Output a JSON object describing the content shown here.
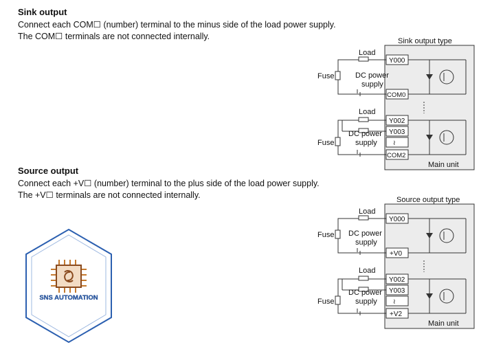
{
  "sink": {
    "title": "Sink output",
    "line1": "Connect each COM☐ (number) terminal to the minus side of the load power supply.",
    "line2": "The COM☐ terminals are not connected internally.",
    "diagram": {
      "type_label": "Sink output type",
      "load_label": "Load",
      "fuse_label": "Fuse",
      "dc_label_1": "DC power",
      "dc_label_2": "supply",
      "y000": "Y000",
      "com0": "COM0",
      "y002": "Y002",
      "y003": "Y003",
      "wave": "≀",
      "com2": "COM2",
      "main_unit": "Main unit"
    }
  },
  "source": {
    "title": "Source output",
    "line1": "Connect each +V☐ (number) terminal to the plus side of the load power supply.",
    "line2": "The +V☐ terminals are not connected internally.",
    "diagram": {
      "type_label": "Source output type",
      "load_label": "Load",
      "fuse_label": "Fuse",
      "dc_label_1": "DC power",
      "dc_label_2": "supply",
      "y000": "Y000",
      "v0": "+V0",
      "y002": "Y002",
      "y003": "Y003",
      "wave": "≀",
      "v2": "+V2",
      "main_unit": "Main unit"
    }
  },
  "logo": {
    "text": "SNS AUTOMATION",
    "colors": {
      "hex_border": "#2b5fb0",
      "chip": "#8a4a1e",
      "chip_pins": "#c57a2e",
      "text": "#2b5fb0"
    }
  }
}
